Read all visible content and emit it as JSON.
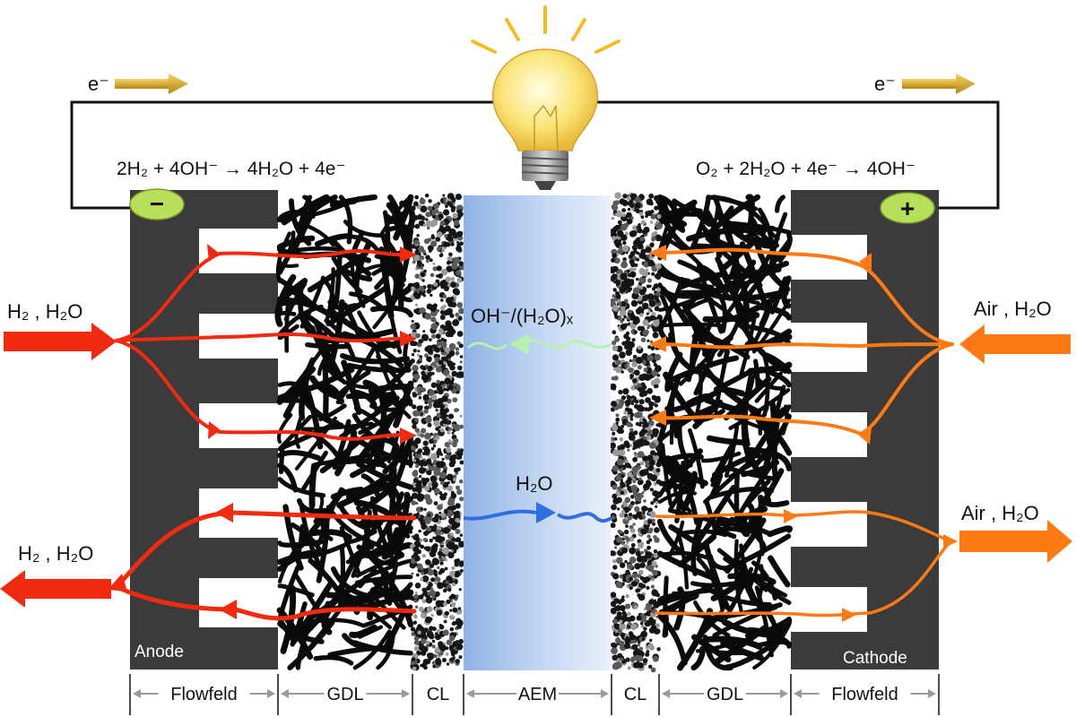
{
  "diagram": {
    "electron_label_left": "e⁻",
    "electron_label_right": "e⁻",
    "anode_equation": "2H₂ + 4OH⁻ → 4H₂O + 4e⁻",
    "cathode_equation": "O₂ + 2H₂O + 4e⁻ → 4OH⁻",
    "anode_terminal": "−",
    "cathode_terminal": "+",
    "anode_label": "Anode",
    "cathode_label": "Cathode",
    "left_inlet_label": "H₂ , H₂O",
    "left_outlet_label": "H₂ , H₂O",
    "right_inlet_label": "Air , H₂O",
    "right_outlet_label": "Air , H₂O",
    "membrane_ion_label": "OH⁻/(H₂O)ₓ",
    "membrane_water_label": "H₂O",
    "layers": [
      "Flowfeld",
      "GDL",
      "CL",
      "AEM",
      "CL",
      "GDL",
      "Flowfeld"
    ],
    "colors": {
      "anode_flow": "#f22a10",
      "cathode_flow": "#ff7a12",
      "water_transport": "#2f6de0",
      "ion_transport": "#b8f0b0",
      "plate": "#3b3b3b",
      "terminal": "#b7df5a",
      "electron_arrow": "#d9a520",
      "membrane": "#9bbbe8"
    }
  }
}
